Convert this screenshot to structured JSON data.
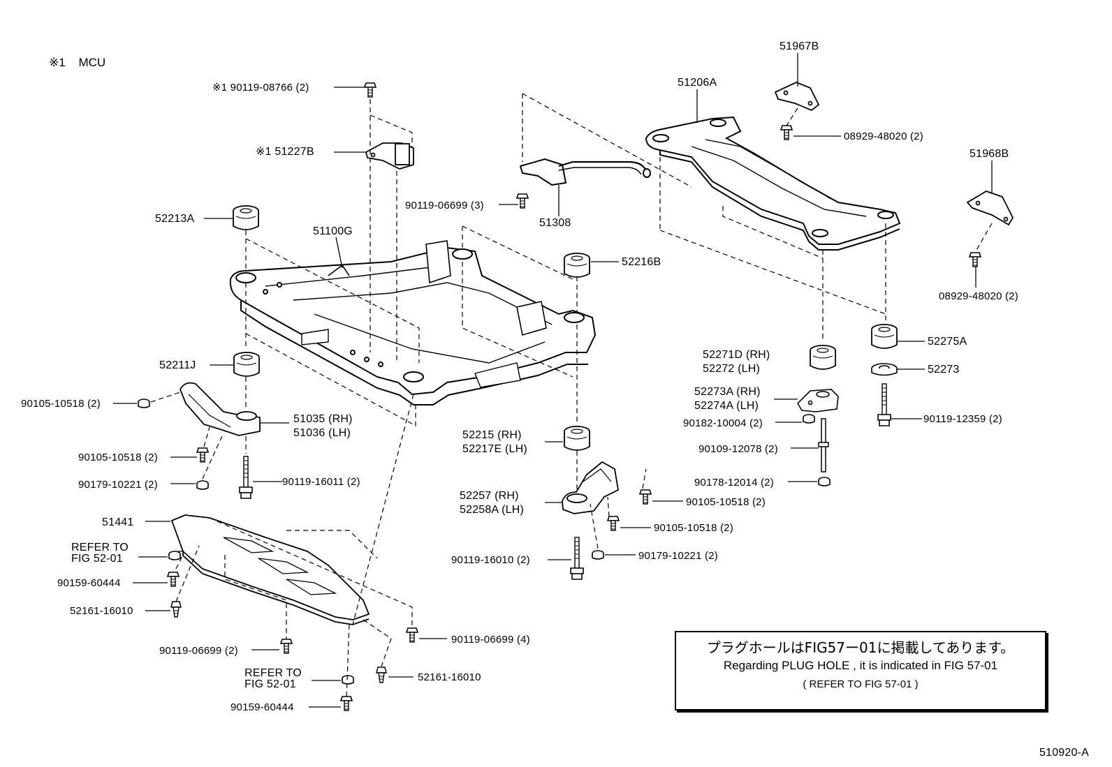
{
  "legend": {
    "mark": "※1",
    "text": "MCU"
  },
  "labels": [
    {
      "id": "l1",
      "text": "※1 90119-08766 (2)"
    },
    {
      "id": "l2",
      "text": "※1 51227B"
    },
    {
      "id": "l3",
      "text": "52213A"
    },
    {
      "id": "l4",
      "text": "51100G"
    },
    {
      "id": "l5",
      "text": "90119-06699 (3)"
    },
    {
      "id": "l6",
      "text": "51308"
    },
    {
      "id": "l7",
      "text": "51206A"
    },
    {
      "id": "l8",
      "text": "51967B"
    },
    {
      "id": "l9",
      "text": "08929-48020 (2)"
    },
    {
      "id": "l10",
      "text": "51968B"
    },
    {
      "id": "l11",
      "text": "08929-48020 (2)"
    },
    {
      "id": "l12",
      "text": "52216B"
    },
    {
      "id": "l13",
      "text": "52211J"
    },
    {
      "id": "l14",
      "text": "90105-10518 (2)"
    },
    {
      "id": "l15",
      "text": "51035 (RH)"
    },
    {
      "id": "l16",
      "text": "51036 (LH)"
    },
    {
      "id": "l17",
      "text": "90105-10518 (2)"
    },
    {
      "id": "l18",
      "text": "90179-10221 (2)"
    },
    {
      "id": "l19",
      "text": "90119-16011 (2)"
    },
    {
      "id": "l20",
      "text": "52271D (RH)"
    },
    {
      "id": "l21",
      "text": "52272   (LH)"
    },
    {
      "id": "l22",
      "text": "52275A"
    },
    {
      "id": "l23",
      "text": "52273"
    },
    {
      "id": "l24",
      "text": "52273A (RH)"
    },
    {
      "id": "l25",
      "text": "52274A (LH)"
    },
    {
      "id": "l26",
      "text": "90182-10004 (2)"
    },
    {
      "id": "l27",
      "text": "90109-12078 (2)"
    },
    {
      "id": "l28",
      "text": "90119-12359 (2)"
    },
    {
      "id": "l29",
      "text": "90178-12014 (2)"
    },
    {
      "id": "l30",
      "text": "52215   (RH)"
    },
    {
      "id": "l31",
      "text": "52217E (LH)"
    },
    {
      "id": "l32",
      "text": "52257   (RH)"
    },
    {
      "id": "l33",
      "text": "52258A (LH)"
    },
    {
      "id": "l34",
      "text": "90105-10518 (2)"
    },
    {
      "id": "l35",
      "text": "90105-10518 (2)"
    },
    {
      "id": "l36",
      "text": "90179-10221 (2)"
    },
    {
      "id": "l37",
      "text": "90119-16010 (2)"
    },
    {
      "id": "l38",
      "text": "51441"
    },
    {
      "id": "l39",
      "text": "REFER TO"
    },
    {
      "id": "l40",
      "text": "FIG 52-01"
    },
    {
      "id": "l41",
      "text": "90159-60444"
    },
    {
      "id": "l42",
      "text": "52161-16010"
    },
    {
      "id": "l43",
      "text": "90119-06699 (2)"
    },
    {
      "id": "l44",
      "text": "REFER TO"
    },
    {
      "id": "l45",
      "text": "FIG 52-01"
    },
    {
      "id": "l46",
      "text": "90159-60444"
    },
    {
      "id": "l47",
      "text": "52161-16010"
    },
    {
      "id": "l48",
      "text": "90119-06699 (4)"
    }
  ],
  "note": {
    "japanese": "プラグホールはFIG57ー01に掲載してあります。",
    "english": "Regarding PLUG HOLE , it is indicated in FIG 57-01",
    "refer": "( REFER TO FIG 57-01 )"
  },
  "figure_code": "510920-A"
}
